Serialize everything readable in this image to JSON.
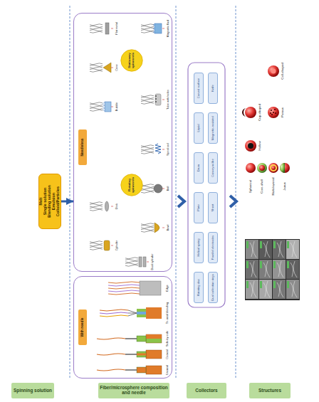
{
  "diagram": {
    "nodes": [
      {
        "text": [
          "Melt",
          "Single solution",
          "Blending solution",
          "Emulsion",
          "Colloid/Particles"
        ]
      },
      {
        "text": [
          "Needleless"
        ]
      },
      {
        "text": [
          "Stationary spinnerets"
        ],
        "in": 1
      },
      {
        "text": [
          "Rotating spinnerets"
        ],
        "in": 1
      },
      {
        "text": [
          "With needle"
        ]
      },
      {
        "text": [
          "Rotating disc"
        ]
      },
      {
        "text": [
          "Helical spring"
        ]
      },
      {
        "text": [
          "Plate"
        ]
      },
      {
        "text": [
          "Drum"
        ]
      },
      {
        "text": [
          "Liquid"
        ]
      },
      {
        "text": [
          "Curved surface"
        ]
      },
      {
        "text": [
          "Dual collection rings"
        ]
      },
      {
        "text": [
          "Parallel electrodes"
        ]
      },
      {
        "text": [
          "Sheet"
        ]
      },
      {
        "text": [
          "Conveyor-like"
        ]
      },
      {
        "text": [
          "Magnetic-assisted"
        ]
      },
      {
        "text": [
          "Knife"
        ]
      },
      {
        "text": [
          "Spinning solution"
        ]
      },
      {
        "text": [
          "Fiber/microsphere composition and needle"
        ]
      },
      {
        "text": [
          "Collectors"
        ]
      },
      {
        "text": [
          "Structures"
        ]
      }
    ],
    "edges": [
      {
        "from": 0,
        "to": 1,
        "arrow": "to"
      }
    ],
    "labels": [
      "Magnetic fluid",
      "Tube with holes",
      "Flat metal",
      "Cone",
      "Bubble",
      "Spiral coil",
      "Ball",
      "Bowl",
      "Disk",
      "Cylinder",
      "Dual cylinder",
      "Uniaxial",
      "Coaxial",
      "Side-by-side",
      "Tri-axial blending",
      "Edge",
      "Cell-shaped",
      "Porous",
      "Cup-shaped",
      "Hollow",
      "Spherical",
      "Core-shell",
      "Multi-layered",
      "Janus"
    ]
  }
}
